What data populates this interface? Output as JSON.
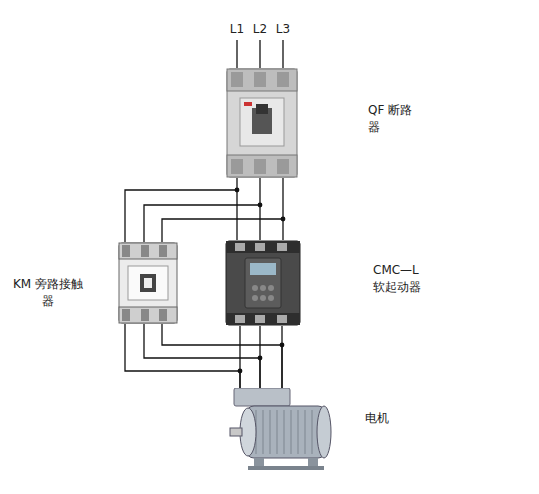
{
  "diagram": {
    "nodes": [
      {
        "text": [
          "QF 断路器"
        ]
      },
      {
        "text": [
          "KM 旁路接触器"
        ]
      },
      {
        "text": [
          "CMC—L 软起动器"
        ]
      },
      {
        "text": [
          "电机"
        ]
      }
    ],
    "edges": [
      {
        "from": 0,
        "to": 2,
        "arrow": "none"
      },
      {
        "from": 0,
        "to": 1,
        "arrow": "none"
      },
      {
        "from": 2,
        "to": 3,
        "arrow": "none"
      },
      {
        "from": 1,
        "to": 3,
        "arrow": "none"
      }
    ],
    "labels": [
      "L1",
      "L2",
      "L3"
    ]
  }
}
